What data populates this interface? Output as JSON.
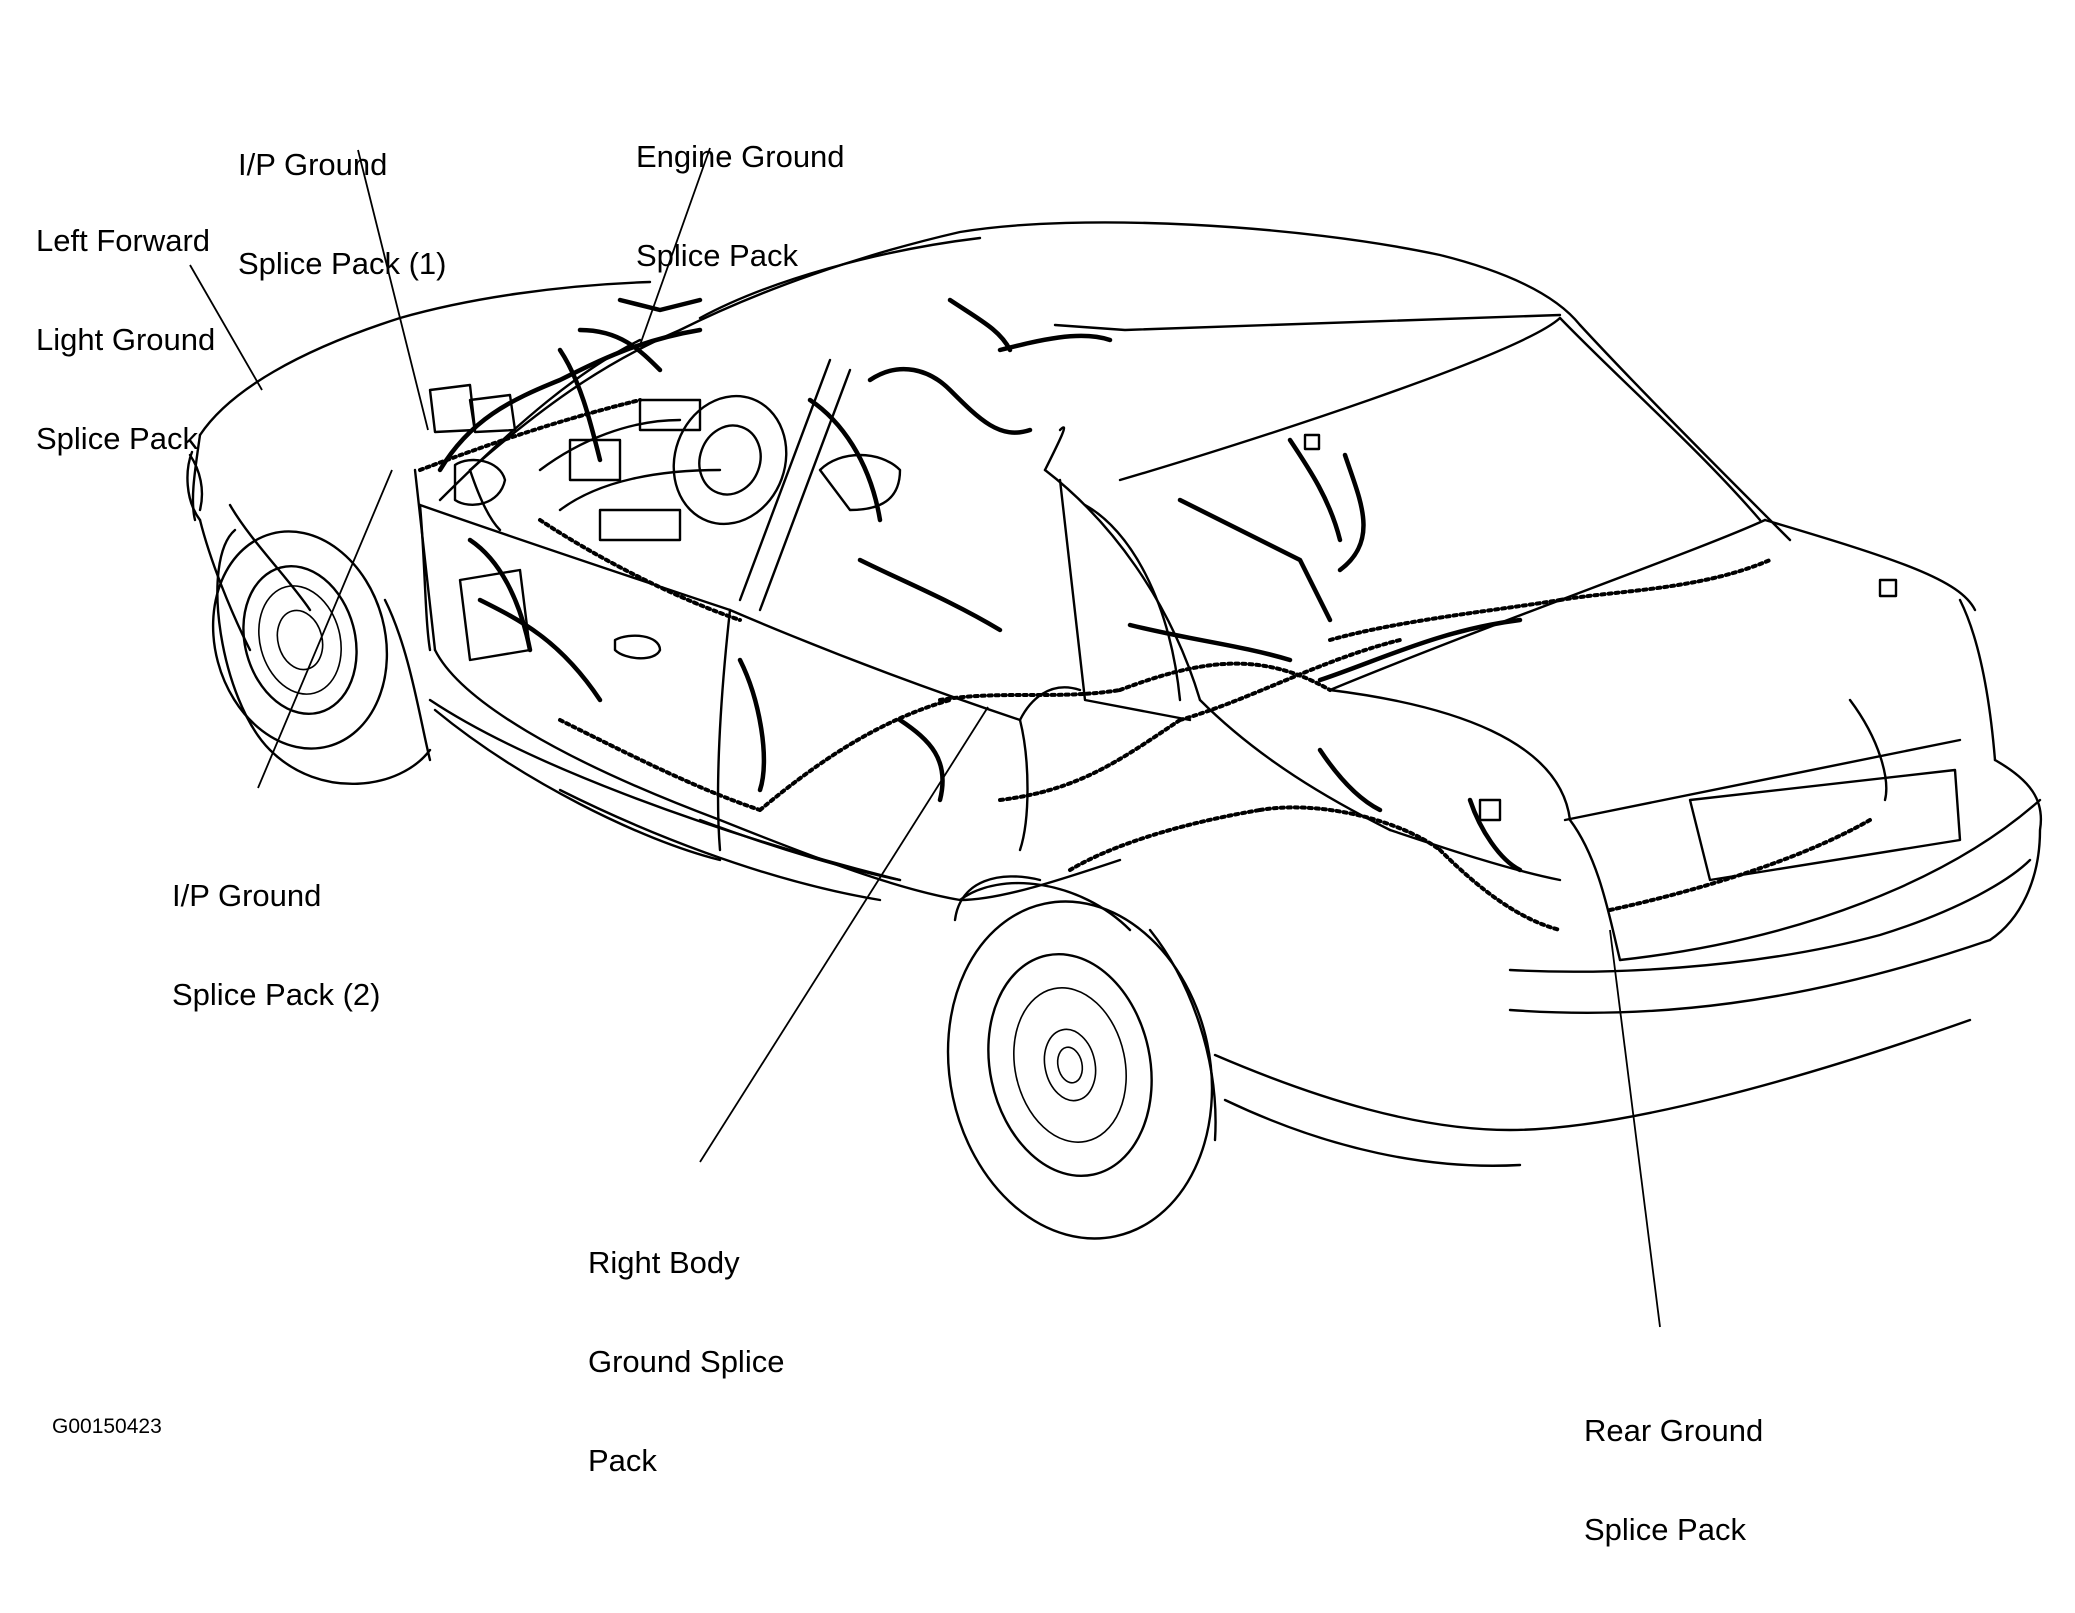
{
  "diagram": {
    "labels": {
      "left_forward": [
        "Left Forward",
        "Light Ground",
        "Splice Pack"
      ],
      "ip_ground_1": [
        "I/P Ground",
        "Splice Pack (1)"
      ],
      "engine_ground": [
        "Engine Ground",
        "Splice Pack"
      ],
      "ip_ground_2": [
        "I/P Ground",
        "Splice Pack (2)"
      ],
      "right_body": [
        "Right Body",
        "Ground Splice",
        "Pack"
      ],
      "rear_ground": [
        "Rear Ground",
        "Splice Pack"
      ]
    },
    "figure_id": "G00150423"
  }
}
